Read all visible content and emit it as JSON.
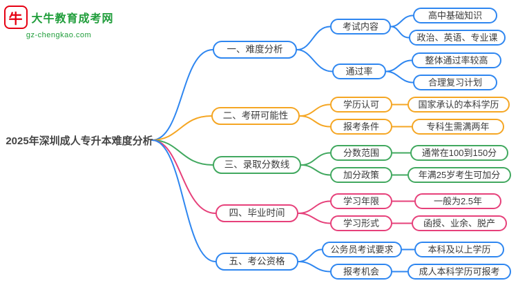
{
  "logo": {
    "icon_char": "牛",
    "brand": "大牛教育成考网",
    "domain": "gz-chengkao.com"
  },
  "root": {
    "label": "2025年深圳成人专升本难度分析"
  },
  "colors": {
    "blue": "#2e86f0",
    "orange": "#f5a623",
    "green": "#41a85f",
    "pink": "#e6407a"
  },
  "branches": [
    {
      "label": "一、难度分析",
      "color": "#2e86f0",
      "children": [
        {
          "label": "考试内容",
          "leaves": [
            "高中基础知识",
            "政治、英语、专业课"
          ]
        },
        {
          "label": "通过率",
          "leaves": [
            "整体通过率较高",
            "合理复习计划"
          ]
        }
      ]
    },
    {
      "label": "二、考研可能性",
      "color": "#f5a623",
      "children": [
        {
          "label": "学历认可",
          "leaves": [
            "国家承认的本科学历"
          ]
        },
        {
          "label": "报考条件",
          "leaves": [
            "专科生需满两年"
          ]
        }
      ]
    },
    {
      "label": "三、录取分数线",
      "color": "#41a85f",
      "children": [
        {
          "label": "分数范围",
          "leaves": [
            "通常在100到150分"
          ]
        },
        {
          "label": "加分政策",
          "leaves": [
            "年满25岁考生可加分"
          ]
        }
      ]
    },
    {
      "label": "四、毕业时间",
      "color": "#e6407a",
      "children": [
        {
          "label": "学习年限",
          "leaves": [
            "一般为2.5年"
          ]
        },
        {
          "label": "学习形式",
          "leaves": [
            "函授、业余、脱产"
          ]
        }
      ]
    },
    {
      "label": "五、考公资格",
      "color": "#2e86f0",
      "children": [
        {
          "label": "公务员考试要求",
          "leaves": [
            "本科及以上学历"
          ]
        },
        {
          "label": "报考机会",
          "leaves": [
            "成人本科学历可报考"
          ]
        }
      ]
    }
  ]
}
